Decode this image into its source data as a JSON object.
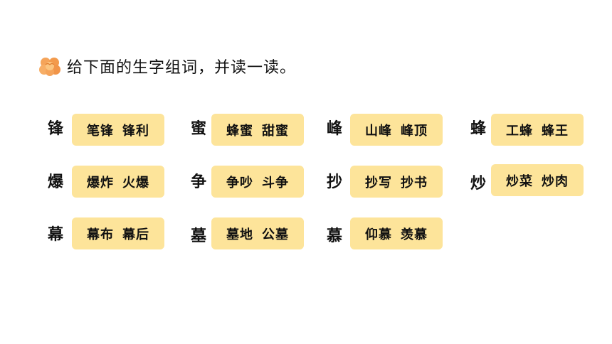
{
  "instruction": {
    "icon": "flower-icon",
    "text": "给下面的生字组词，并读一读。"
  },
  "colors": {
    "box_fill": "#fde49a",
    "flower": "#f5a45a"
  },
  "items": [
    {
      "char": "锋",
      "words": [
        "笔锋",
        "锋利"
      ]
    },
    {
      "char": "蜜",
      "words": [
        "蜂蜜",
        "甜蜜"
      ]
    },
    {
      "char": "峰",
      "words": [
        "山峰",
        "峰顶"
      ]
    },
    {
      "char": "蜂",
      "words": [
        "工蜂",
        "蜂王"
      ]
    },
    {
      "char": "爆",
      "words": [
        "爆炸",
        "火爆"
      ]
    },
    {
      "char": "争",
      "words": [
        "争吵",
        "斗争"
      ]
    },
    {
      "char": "抄",
      "words": [
        "抄写",
        "抄书"
      ]
    },
    {
      "char": "炒",
      "words": [
        "炒菜",
        "炒肉"
      ]
    },
    {
      "char": "幕",
      "words": [
        "幕布",
        "幕后"
      ]
    },
    {
      "char": "墓",
      "words": [
        "墓地",
        "公墓"
      ]
    },
    {
      "char": "慕",
      "words": [
        "仰慕",
        "羡慕"
      ]
    }
  ]
}
